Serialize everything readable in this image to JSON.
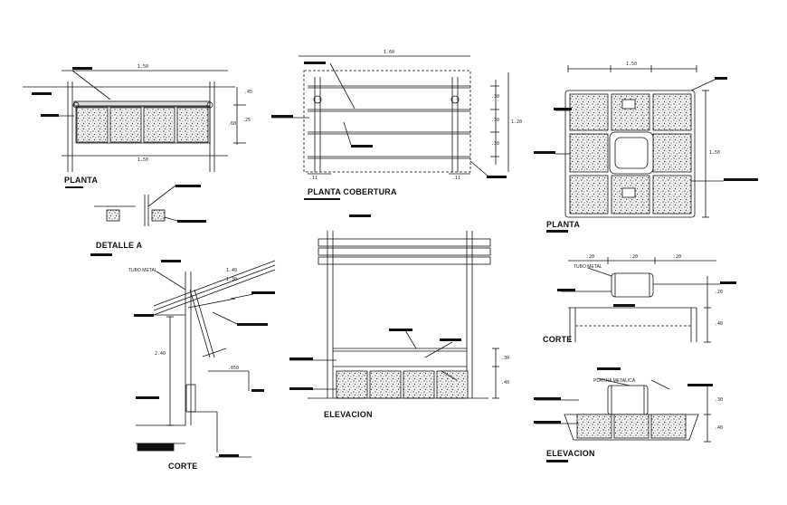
{
  "titles": {
    "planta_left": "PLANTA",
    "planta_cobertura": "PLANTA COBERTURA",
    "planta_right": "PLANTA",
    "detalle": "DETALLE A",
    "corte_left": "CORTE",
    "elevacion_mid": "ELEVACION",
    "corte_right": "CORTE",
    "elevacion_right": "ELEVACION"
  },
  "dimensions": {
    "pl_top": "1.50",
    "pl_bottom": "1.50",
    "pl_side": ".60",
    "pl_side2": ".45",
    "pl_side3": ".25",
    "cob_top": "1.60",
    "cob_side": "1.20",
    "cob_s1": ".30",
    "cob_s2": ".30",
    "cob_s3": ".30",
    "cob_b1": ".11",
    "cob_b2": ".11",
    "pr_top": "1.50",
    "pr_side": "1.50",
    "co_1": "1.40",
    "co_2": "1.30",
    "co_h": "2.40",
    "co_b": ".050",
    "cr_1": ".20",
    "cr_2": ".20",
    "cr_3": ".20",
    "cr_h1": ".20",
    "cr_h2": ".40",
    "er_h1": ".30",
    "er_h2": ".40",
    "em_h1": ".30",
    "em_h2": ".40"
  },
  "notes": {
    "tubo_1": "TUBO METAL",
    "tubo_2": "TUBO METAL",
    "flat": "PLATINA METALICA"
  }
}
